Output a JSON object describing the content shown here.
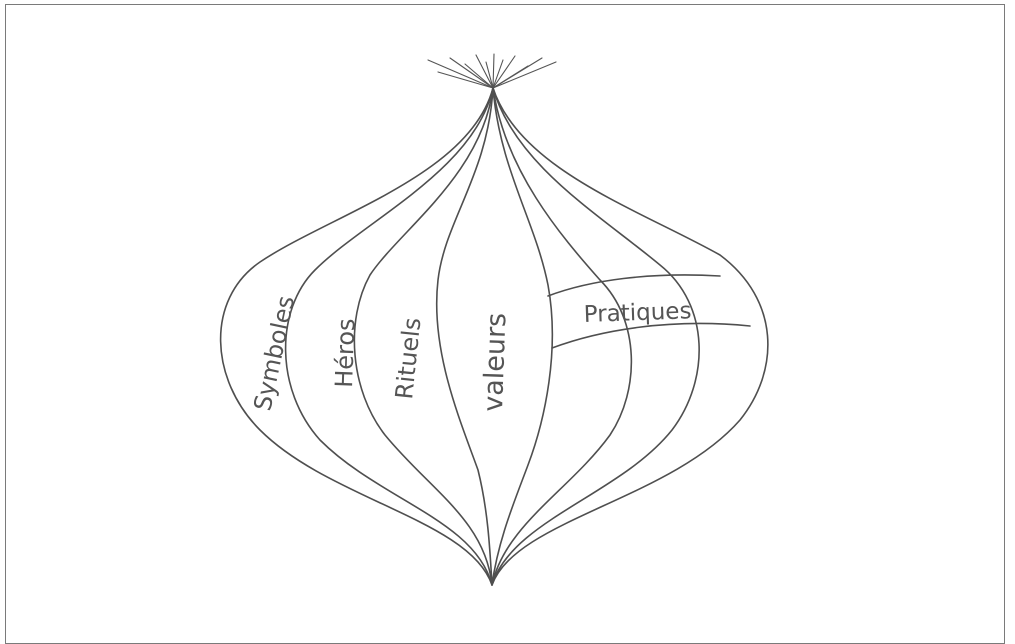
{
  "diagram": {
    "layers": [
      {
        "key": "symboles",
        "label": "Symboles",
        "fill": "#c9c9c9"
      },
      {
        "key": "heros",
        "label": "Héros",
        "fill": "#d3d3d3"
      },
      {
        "key": "rituels",
        "label": "Rituels",
        "fill": "#dedede"
      },
      {
        "key": "valeurs",
        "label": "valeurs",
        "fill": "#f4f4f4"
      }
    ],
    "practices_label": "Pratiques",
    "outline_color": "#4f4f4f"
  }
}
